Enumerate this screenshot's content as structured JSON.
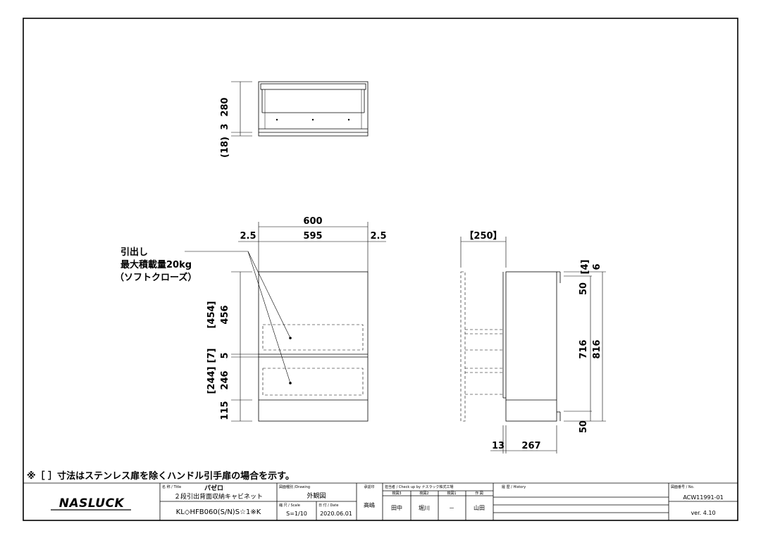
{
  "note": "※［ ］寸法はステンレス扉を除くハンドル引手扉の場合を示す。",
  "callout": {
    "line1": "引出し",
    "line2": "最大積載量20kg",
    "line3": "（ソフトクローズ）"
  },
  "dims": {
    "top_280": "280",
    "top_3": "3",
    "top_18": "(18)",
    "w_600": "600",
    "w_595": "595",
    "w_2_5_left": "2.5",
    "w_2_5_right": "2.5",
    "f_454": "[454]",
    "f_456": "456",
    "f_7": "[7]",
    "f_5": "5",
    "f_244": "[244]",
    "f_246": "246",
    "f_115": "115",
    "s_250": "【250】",
    "s_4": "[4]",
    "s_6": "6",
    "s_50_top": "50",
    "s_716": "716",
    "s_816": "816",
    "s_50_bottom": "50",
    "s_13": "13",
    "s_267": "267"
  },
  "titleblock": {
    "logo": "NASLUCK",
    "name_label": "名 称 / Title",
    "name_value": "パゼロ",
    "title_line1": "２段引出背面収納キャビネット",
    "model": "KL◇HFB060(S/N)S☆1※K",
    "drawing_label": "図面種別 /Drawing",
    "drawing_value": "外観図",
    "scale_label": "縮 尺 / Scale",
    "scale_value": "S=1/10",
    "date_label": "日 付 / Date",
    "date_value": "2020.06.01",
    "approve_label": "承認印",
    "approve_value": "高嶋",
    "check_label": "担当者 / Check up by ナスラック株式工場",
    "check_cols": [
      "検図3",
      "検図2",
      "検図1",
      "作 図"
    ],
    "check_values": [
      "田中",
      "堀川",
      "－",
      "山田"
    ],
    "history_label": "履 歴 / History",
    "no_label": "図面番号 / No.",
    "no_value": "ACW11991-01",
    "version": "ver. 4.10"
  }
}
